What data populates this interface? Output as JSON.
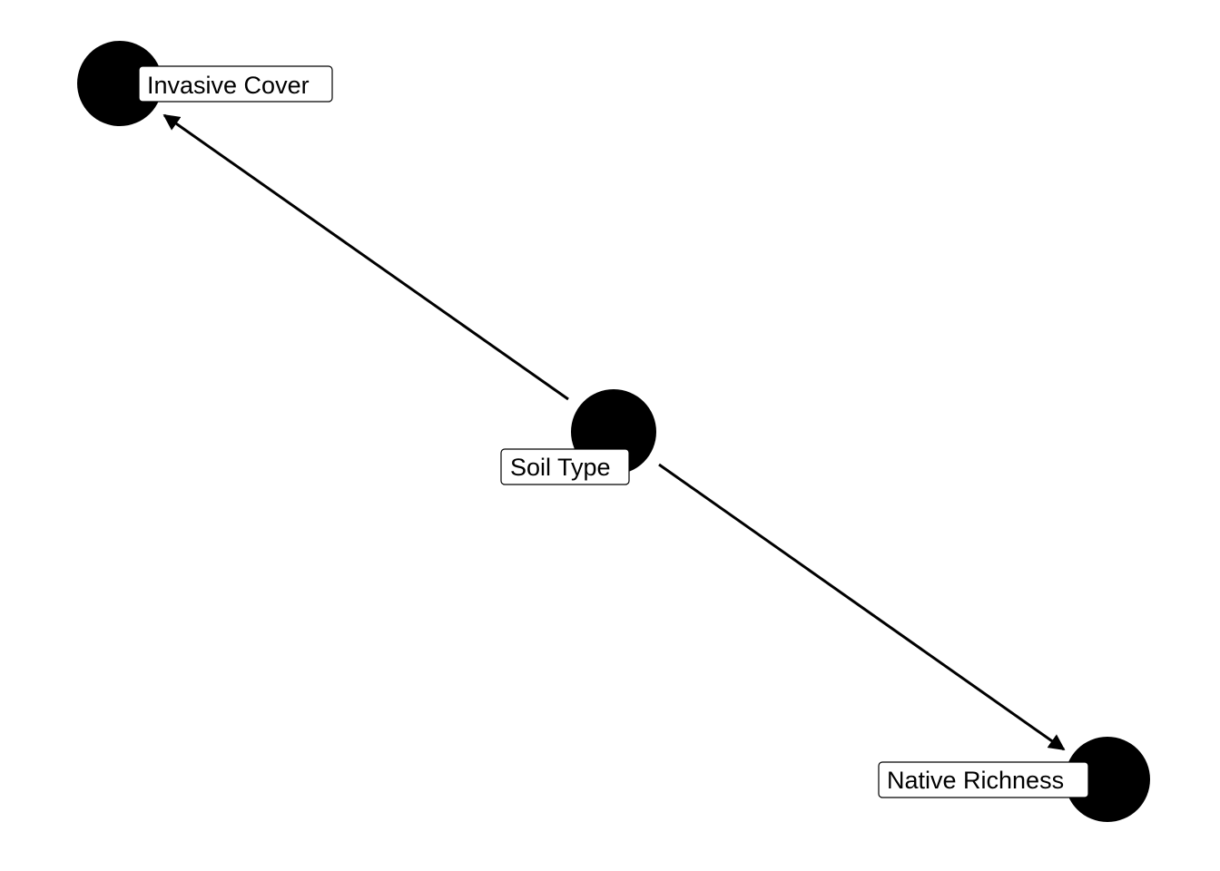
{
  "diagram": {
    "nodes": [
      {
        "id": "soil",
        "label": "Soil Type"
      },
      {
        "id": "invasive",
        "label": "Invasive Cover"
      },
      {
        "id": "native",
        "label": "Native Richness"
      }
    ],
    "edges": [
      {
        "from": "soil",
        "to": "invasive"
      },
      {
        "from": "soil",
        "to": "native"
      }
    ],
    "colors": {
      "node_fill": "#000000",
      "edge_stroke": "#000000",
      "label_background": "#ffffff",
      "label_border": "#000000",
      "label_text": "#000000"
    }
  }
}
